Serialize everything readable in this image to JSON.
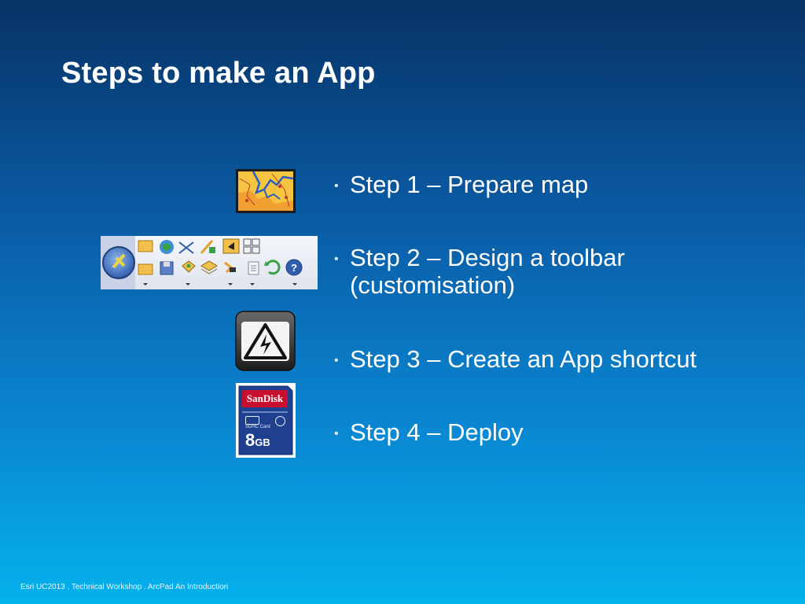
{
  "slide": {
    "title": "Steps to make an App",
    "footer": "Esri UC2013 . Technical Workshop . ArcPad An Introduction"
  },
  "steps": [
    {
      "label": "Step 1 – Prepare map"
    },
    {
      "label": "Step 2 – Design a toolbar\n(customisation)"
    },
    {
      "label": "Step 3 – Create an App shortcut"
    },
    {
      "label": "Step 4 – Deploy"
    }
  ],
  "sdcard": {
    "brand": "SanDisk",
    "type": "SDHC Card",
    "capacity_number": "8",
    "capacity_unit": "GB"
  },
  "colors": {
    "background_top": "#073365",
    "background_bottom": "#04b2ec",
    "text": "#ffffff",
    "sdcard_blue": "#1f3f8f",
    "sdcard_red": "#c8102e"
  },
  "icons": [
    "map-thumbnail-icon",
    "toolbar-image",
    "lightning-warning-icon",
    "sd-card-icon"
  ]
}
